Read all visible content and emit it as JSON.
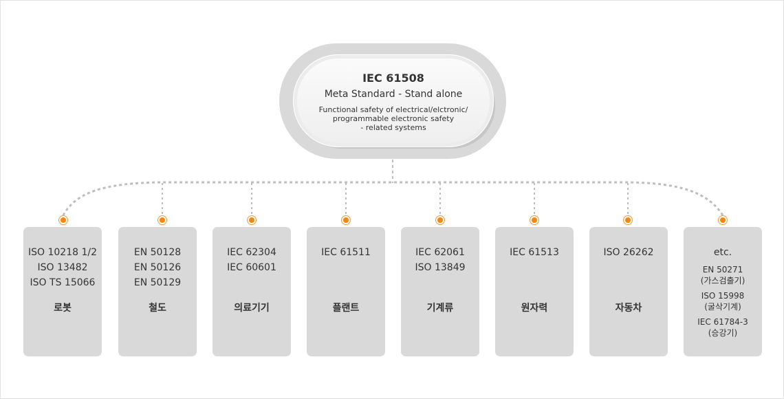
{
  "hub": {
    "title": "IEC 61508",
    "subtitle": "Meta Standard - Stand alone",
    "description": "Functional safety of electrical/elctronic/\nprogrammable electronic safety\n- related systems"
  },
  "colors": {
    "accent": "#f3870f",
    "connector": "#bdbdbd",
    "box": "#d9d9d9"
  },
  "sectors": [
    {
      "codes": [
        "ISO 10218 1/2",
        "ISO 13482",
        "ISO TS 15066"
      ],
      "label": "로봇"
    },
    {
      "codes": [
        "EN 50128",
        "EN 50126",
        "EN 50129"
      ],
      "label": "철도"
    },
    {
      "codes": [
        "IEC 62304",
        "IEC 60601"
      ],
      "label": "의료기기"
    },
    {
      "codes": [
        "IEC 61511"
      ],
      "label": "플랜트"
    },
    {
      "codes": [
        "IEC 62061",
        "ISO 13849"
      ],
      "label": "기계류"
    },
    {
      "codes": [
        "IEC 61513"
      ],
      "label": "원자력"
    },
    {
      "codes": [
        "ISO 26262"
      ],
      "label": "자동차"
    }
  ],
  "etc": {
    "title": "etc.",
    "items": [
      {
        "code": "EN 50271",
        "note": "(가스검출기)"
      },
      {
        "code": "ISO 15998",
        "note": "(굴삭기계)"
      },
      {
        "code": "IEC 61784-3",
        "note": "(승강기)"
      }
    ]
  }
}
